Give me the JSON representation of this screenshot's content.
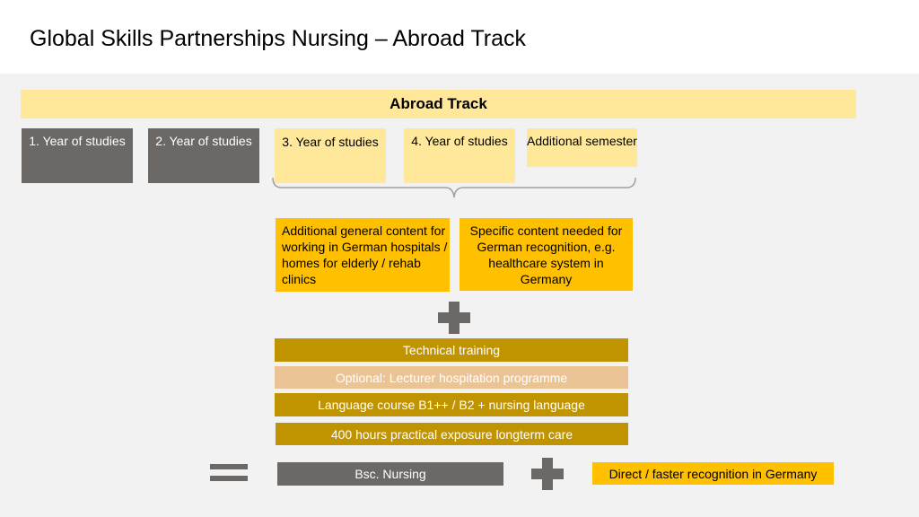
{
  "title": "Global Skills Partnerships Nursing – Abroad Track",
  "track_banner": "Abroad Track",
  "years": [
    "1. Year of studies",
    "2. Year of studies",
    "3. Year of studies",
    "4. Year of studies",
    "Additional semester"
  ],
  "content_boxes": {
    "general": "Additional general content for working in German hospitals / homes for elderly / rehab clinics",
    "specific": "Specific content needed for German recognition, e.g. healthcare system in Germany"
  },
  "modules": {
    "technical_training": "Technical training",
    "lecturer_hospitation": "Optional: Lecturer hospitation programme",
    "language_course": "Language course B1++ / B2 + nursing language",
    "practical_exposure": "400 hours practical exposure longterm care"
  },
  "result": {
    "degree": "Bsc. Nursing",
    "recognition": "Direct / faster recognition in Germany"
  },
  "colors": {
    "grey_box": "#6b6865",
    "light_yellow": "#ffe89a",
    "gold": "#ffc000",
    "brown": "#c09400",
    "tan": "#ebc496",
    "operator": "#6b6865"
  }
}
